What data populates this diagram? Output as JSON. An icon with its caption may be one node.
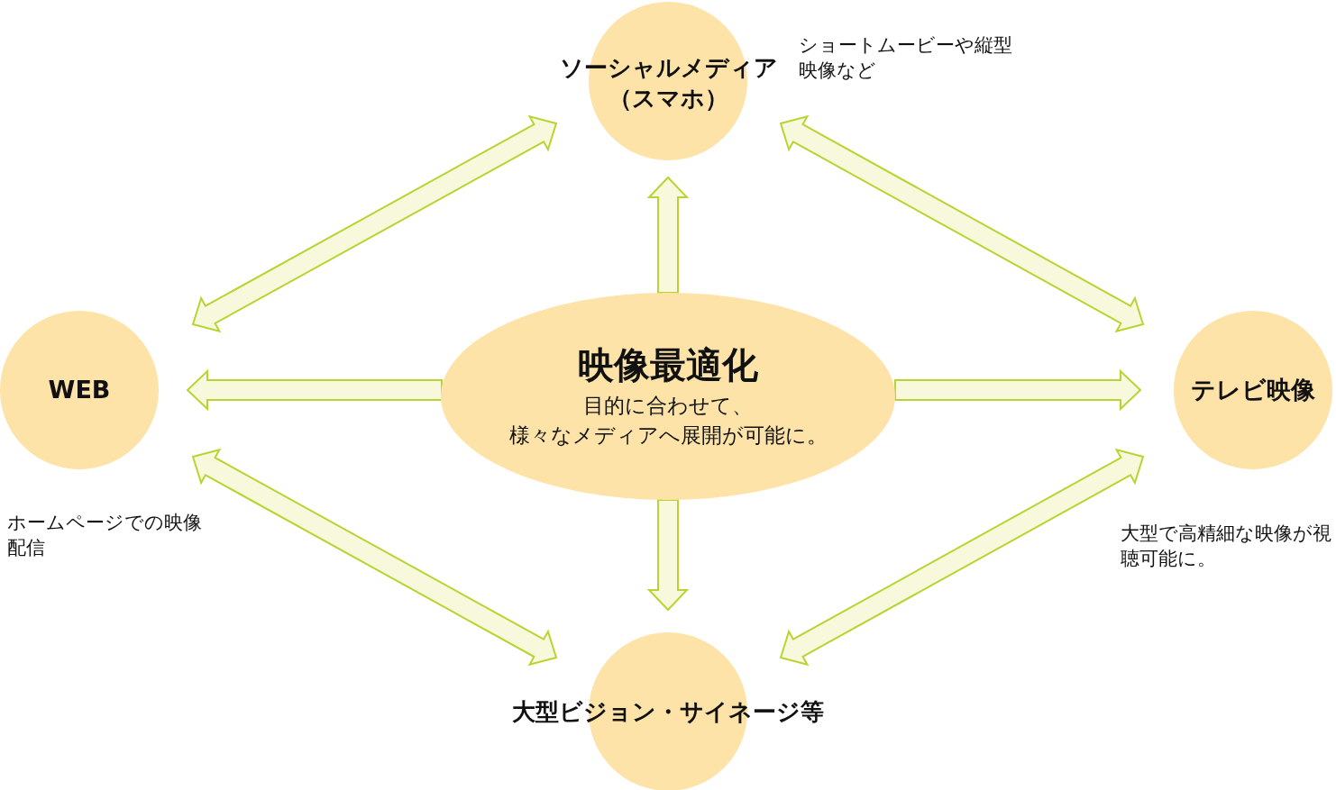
{
  "diagram": {
    "nodes": [
      {
        "text": [
          "映像最適化",
          "目的に合わせて、様々なメディアへ展開が可能に。"
        ]
      },
      {
        "text": [
          "ソーシャルメディア（スマホ）"
        ],
        "beside": [
          "ショートムービーや縦型映像など"
        ]
      },
      {
        "text": [
          "WEB"
        ],
        "beside": [
          "ホームページでの映像配信"
        ]
      },
      {
        "text": [
          "テレビ映像"
        ],
        "beside": [
          "大型で高精細な映像が視聴可能に。"
        ]
      },
      {
        "text": [
          "大型ビジョン・サイネージ等"
        ]
      }
    ],
    "edges": [
      {
        "from": 0,
        "to": 1,
        "arrow": "to"
      },
      {
        "from": 0,
        "to": 2,
        "arrow": "to"
      },
      {
        "from": 0,
        "to": 3,
        "arrow": "to"
      },
      {
        "from": 0,
        "to": 4,
        "arrow": "to"
      },
      {
        "from": 1,
        "to": 2,
        "arrow": "both"
      },
      {
        "from": 1,
        "to": 3,
        "arrow": "both"
      },
      {
        "from": 2,
        "to": 4,
        "arrow": "both"
      },
      {
        "from": 3,
        "to": 4,
        "arrow": "both"
      }
    ]
  }
}
